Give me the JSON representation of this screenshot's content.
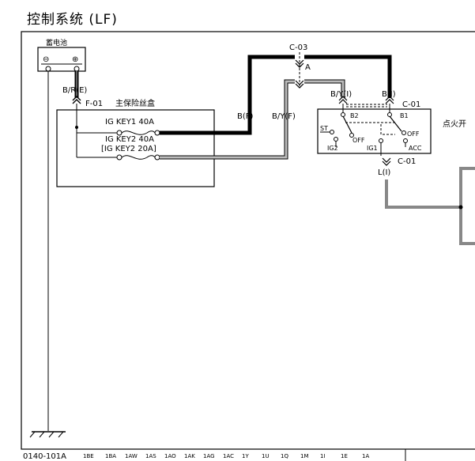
{
  "title": "控制系统 (LF)",
  "battery": {
    "label": "蓄电池",
    "neg": "⊖",
    "pos": "⊕"
  },
  "wires": {
    "br_e": "B/R(E)",
    "c03": "C-03",
    "c03_pin": "A",
    "b_f": "B(F)",
    "by_f": "B/Y(F)",
    "by_i": "B/Y(I)",
    "b_i": "B(I)",
    "l_i": "L(I)"
  },
  "fusebox": {
    "connector": "F-01",
    "name": "主保险丝盒",
    "fuse1": "IG KEY1 40A",
    "fuse2": "IG KEY2 40A",
    "fuse2_alt": "[IG KEY2 20A]"
  },
  "ignition": {
    "connector_top": "C-01",
    "connector_bottom": "C-01",
    "name": "点火开",
    "b1": "B1",
    "b2": "B2",
    "st": "ST",
    "off_left": "OFF",
    "off_right": "OFF",
    "ig1": "IG1",
    "ig2": "IG2",
    "acc": "ACC"
  },
  "footer": {
    "code": "0140-101A",
    "refs": [
      "1BE",
      "1BA",
      "1AW",
      "1AS",
      "1AO",
      "1AK",
      "1AG",
      "1AC",
      "1Y",
      "1U",
      "1Q",
      "1M",
      "1I",
      "1E",
      "1A"
    ]
  }
}
